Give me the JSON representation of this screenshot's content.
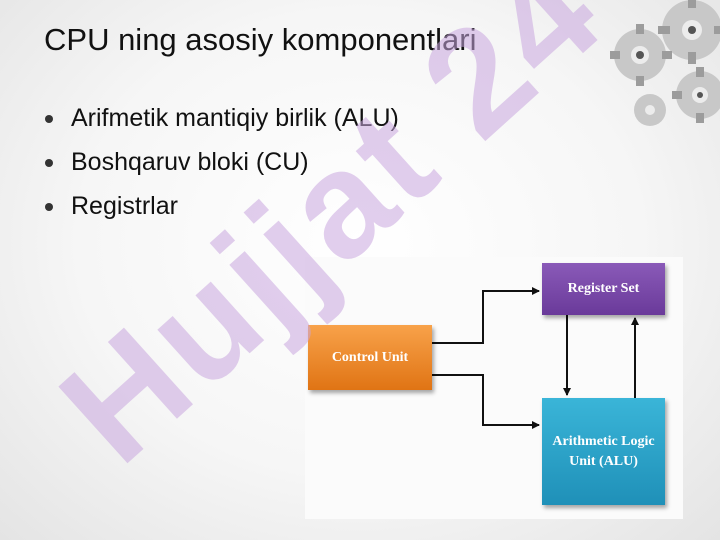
{
  "slide": {
    "title": "CPU ning asosiy komponentlari",
    "bullets": [
      "Arifmetik mantiqiy birlik (ALU)",
      "Boshqaruv bloki (CU)",
      "Registrlar"
    ]
  },
  "diagram": {
    "register_set": "Register Set",
    "control_unit": "Control Unit",
    "alu_line1": "Arithmetic Logic",
    "alu_line2": "Unit (ALU)"
  },
  "watermark": {
    "text": "Hujjat 24"
  },
  "colors": {
    "register_set": "#7b4aa9",
    "control_unit": "#ee8a2c",
    "alu": "#2aa6cc",
    "watermark": "#c9a6df"
  },
  "icons": {
    "corner_decoration": "gears-icon"
  }
}
